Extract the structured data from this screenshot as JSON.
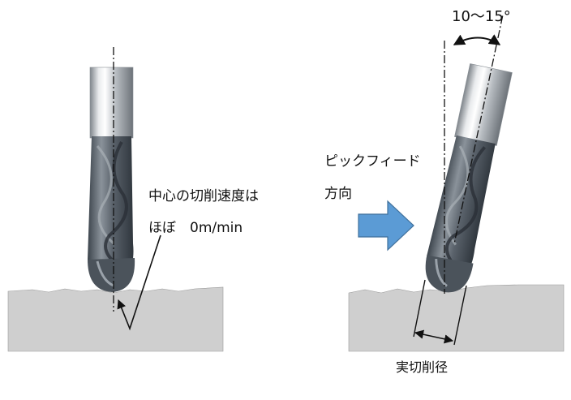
{
  "labels": {
    "center_speed": "中心の切削速度は",
    "nearly_zero": "ほぼ　0m/min",
    "pick_feed": "ピックフィード",
    "direction": "方向",
    "tilt_angle": "10～15°",
    "effective_diameter": "実切削径"
  },
  "colors": {
    "workpiece": "#cfcfcf",
    "arrow": "#5b9bd5",
    "arrow_border": "#41719c",
    "shank": "#c9cdd1",
    "flute": "#5d6670",
    "line": "#111111"
  },
  "icons": {
    "feed_arrow": "right-arrow-icon",
    "angle_arrow": "double-curved-arrow-icon"
  }
}
